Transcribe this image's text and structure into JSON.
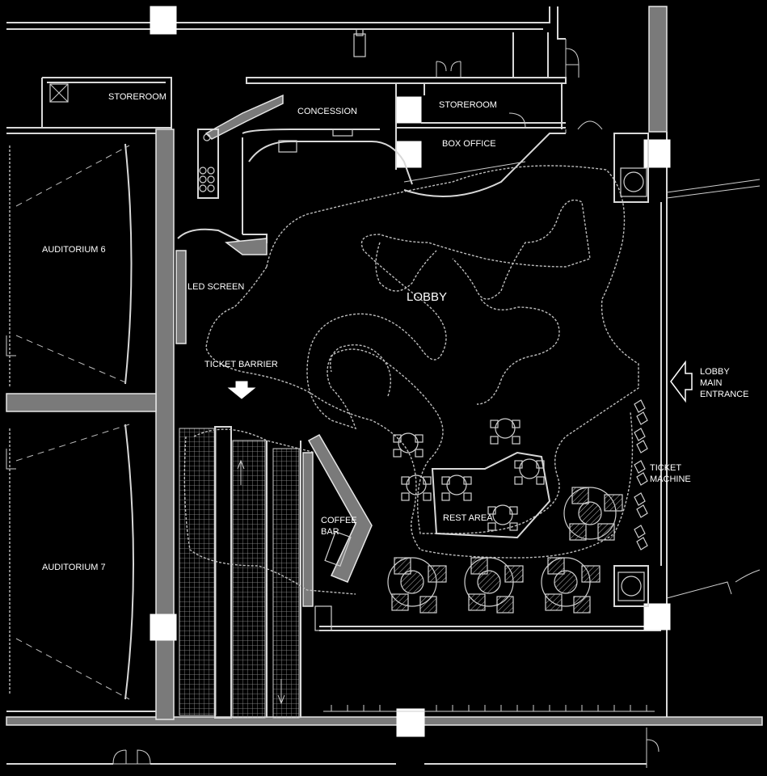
{
  "labels": {
    "storeroom_left": "STOREROOM",
    "concession": "CONCESSION",
    "storeroom_right": "STOREROOM",
    "box_office": "BOX OFFICE",
    "auditorium_6": "AUDITORIUM 6",
    "led_screen": "LED SCREEN",
    "lobby": "LOBBY",
    "ticket_barrier": "TICKET BARRIER",
    "lobby_main_entrance": [
      "LOBBY",
      "MAIN",
      "ENTRANCE"
    ],
    "ticket_machine": [
      "TICKET",
      "MACHINE"
    ],
    "coffee_bar": [
      "COFFEE",
      "BAR"
    ],
    "rest_area": "REST AREA",
    "auditorium_7": "AUDITORIUM 7"
  },
  "colors": {
    "background": "#000000",
    "lines": "#d8d8d8",
    "columns": "#ffffff"
  }
}
